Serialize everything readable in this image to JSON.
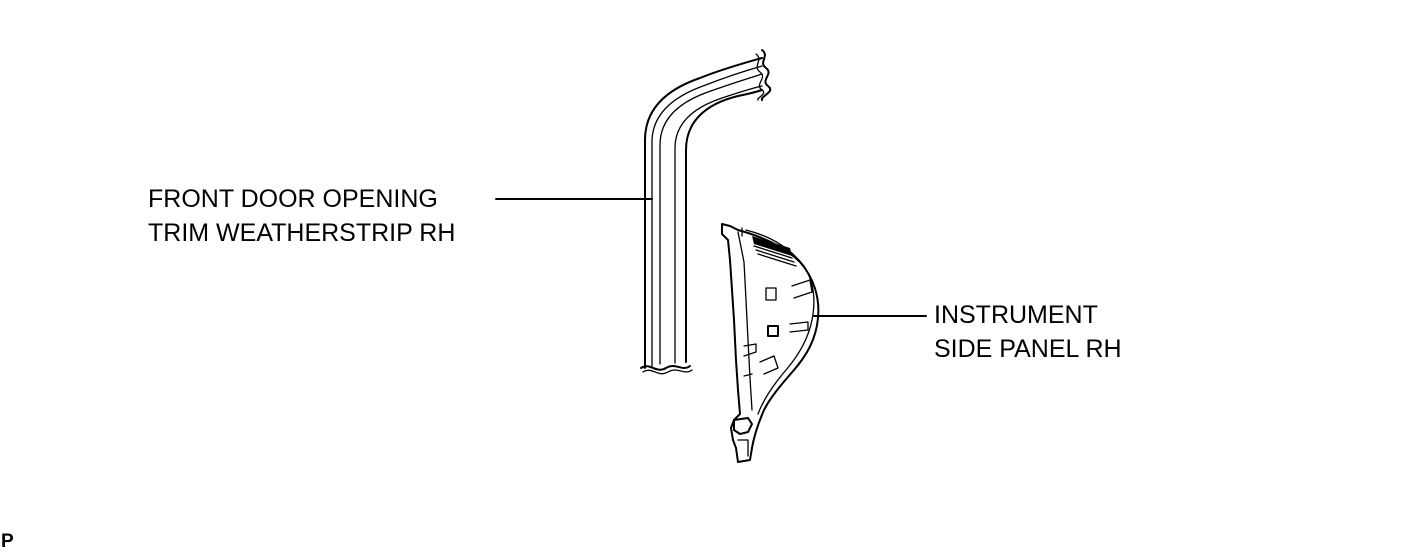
{
  "labels": {
    "weatherstrip": {
      "line1": "FRONT DOOR OPENING",
      "line2": "TRIM WEATHERSTRIP RH"
    },
    "side_panel": {
      "line1": "INSTRUMENT",
      "line2": "SIDE PANEL RH"
    }
  },
  "corner_mark": "P"
}
